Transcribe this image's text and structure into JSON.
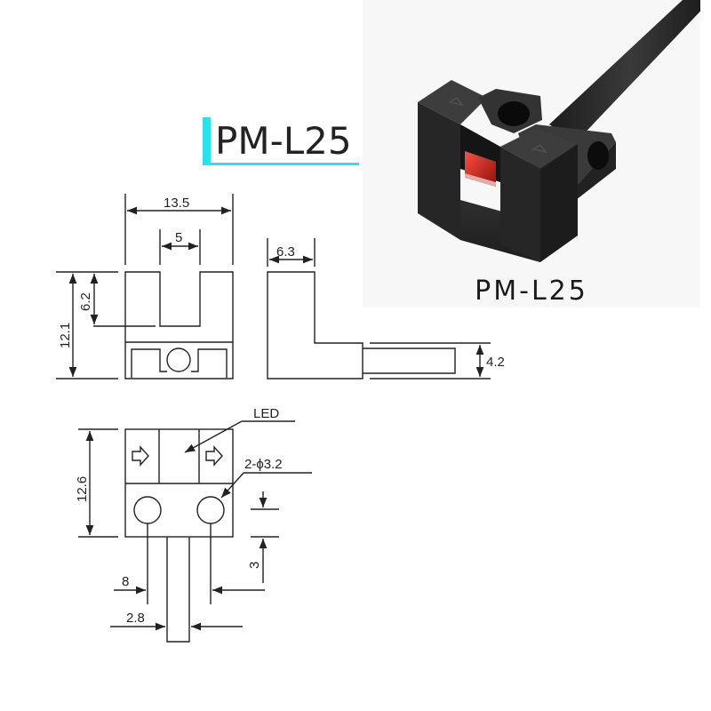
{
  "title": {
    "model": "PM-L25",
    "accent_color": "#2ee0ea"
  },
  "photo": {
    "caption": "PM-L25",
    "description": "Black U-shaped slot photoelectric sensor with red emitter window and black cable",
    "background": "#f7f7f7"
  },
  "front_view": {
    "width_label": "13.5",
    "slot_width_label": "5",
    "slot_depth_label": "6.2",
    "height_label": "12.1"
  },
  "side_view": {
    "width_label": "6.3",
    "cable_height_label": "4.2"
  },
  "top_view": {
    "led_label": "LED",
    "hole_label": "2-ϕ3.2",
    "height_label": "12.6",
    "hole_offset_label": "3",
    "hole_pitch_label": "8",
    "lead_width_label": "2.8",
    "arrow_icon": "right-arrow-outline"
  }
}
